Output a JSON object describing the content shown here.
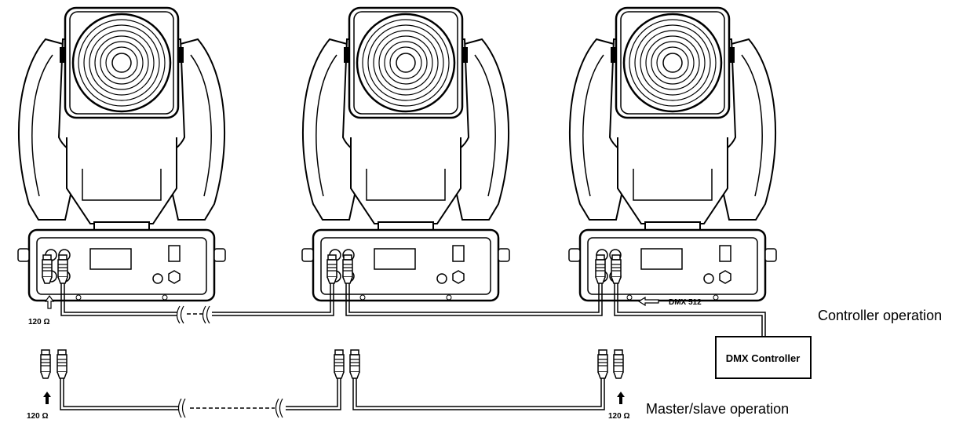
{
  "fixtures": [
    {
      "id": "fixture-1"
    },
    {
      "id": "fixture-2"
    },
    {
      "id": "fixture-3"
    }
  ],
  "labels": {
    "controller_operation": "Controller operation",
    "master_slave_operation": "Master/slave operation",
    "dmx_controller": "DMX Controller",
    "dmx_signal": "DMX 512",
    "terminator_controller": "120 Ω",
    "terminator_ms_left": "120 Ω",
    "terminator_ms_right": "120 Ω"
  },
  "colors": {
    "line": "#000000",
    "background": "#ffffff",
    "cable_fill": "#ffffff"
  },
  "icons": [
    "moving-head-fixture-icon",
    "xlr-connector-icon",
    "arrow-up-icon",
    "arrow-left-icon"
  ]
}
